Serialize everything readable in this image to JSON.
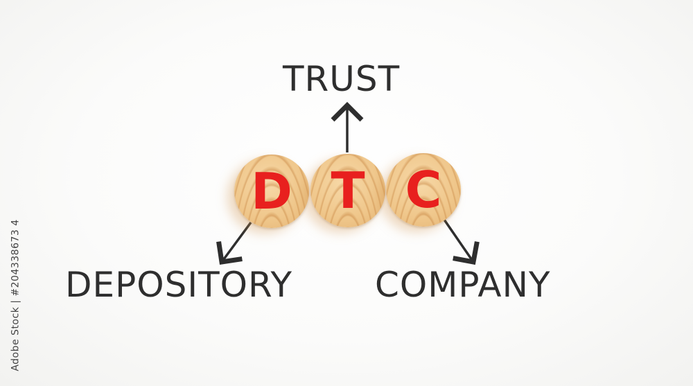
{
  "scene": {
    "top_word": "TRUST",
    "left_word": "DEPOSITORY",
    "right_word": "COMPANY",
    "discs": [
      {
        "letter": "D",
        "color": "#e8201e"
      },
      {
        "letter": "T",
        "color": "#e8201e"
      },
      {
        "letter": "C",
        "color": "#e8201e"
      }
    ],
    "text_color": "#2e2e2e",
    "background_color": "#ffffff"
  },
  "watermark": {
    "side_text": "Adobe Stock | #204338673 4"
  }
}
